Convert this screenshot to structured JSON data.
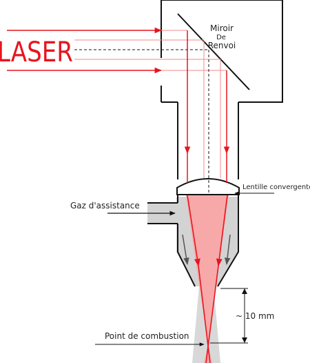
{
  "labels": {
    "laser": "LASER",
    "mirror_line1": "Miroir",
    "mirror_line2": "De",
    "mirror_line3": "Renvoi",
    "lens": "Lentille convergente",
    "gas": "Gaz d'assistance",
    "focal_distance": "~ 10 mm",
    "focus_point": "Point de combustion"
  },
  "colors": {
    "laser": "#e8141e",
    "beam_fill": "#f7a9a9",
    "nozzle_fill": "#d3d3d3",
    "outline": "#111111",
    "text": "#222222"
  }
}
